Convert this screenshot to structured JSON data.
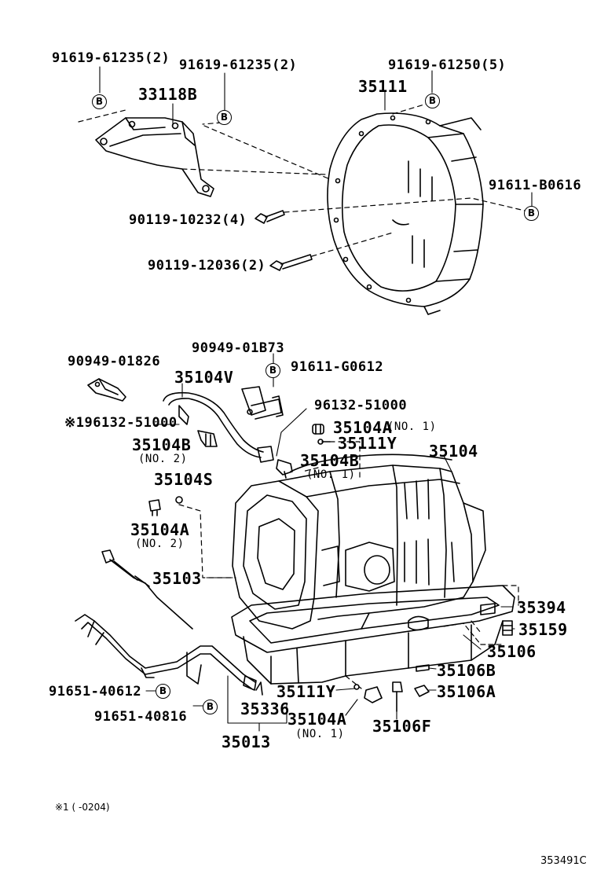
{
  "labels": {
    "p91619_61235_a": "91619-61235(2)",
    "p91619_61235_b": "91619-61235(2)",
    "p91619_61250": "91619-61250(5)",
    "p33118B": "33118B",
    "p35111": "35111",
    "p91611_B0616": "91611-B0616",
    "p90119_10232": "90119-10232(4)",
    "p90119_12036": "90119-12036(2)",
    "p90949_01B73": "90949-01B73",
    "p90949_01826": "90949-01826",
    "p91611_G0612": "91611-G0612",
    "p35104V": "35104V",
    "p96132_51000_a": "96132-51000",
    "p96132_51000_b": "※196132-51000",
    "p35104A_no1_top": "35104A",
    "p35104A_no1_top_sub": "(NO. 1)",
    "p35104B_no2": "35104B",
    "p35104B_no2_sub": "(NO. 2)",
    "p35111Y_top": "35111Y",
    "p35104": "35104",
    "p35104B_no1": "35104B",
    "p35104B_no1_sub": "(NO. 1)",
    "p35104S": "35104S",
    "p35104A_no2": "35104A",
    "p35104A_no2_sub": "(NO. 2)",
    "p35103": "35103",
    "p35394": "35394",
    "p35159": "35159",
    "p35106": "35106",
    "p35106B": "35106B",
    "p35106A": "35106A",
    "p91651_40612": "91651-40612",
    "p35111Y_bottom": "35111Y",
    "p35336": "35336",
    "p35104A_no1_bottom": "35104A",
    "p35104A_no1_bottom_sub": "(NO. 1)",
    "p35106F": "35106F",
    "p91651_40816": "91651-40816",
    "p35013": "35013"
  },
  "markers": {
    "b": "B"
  },
  "footnote": "※1 (      -0204)",
  "diagram_code": "353491C"
}
